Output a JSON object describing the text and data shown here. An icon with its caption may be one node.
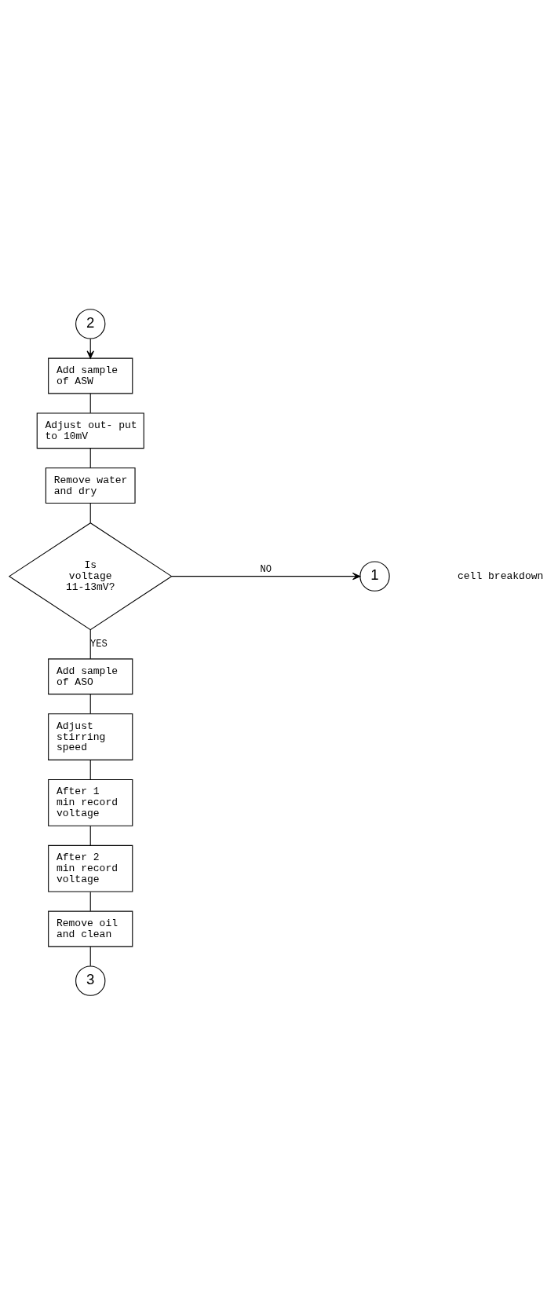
{
  "diagram": {
    "nodes": [
      {
        "text": [
          "2"
        ]
      },
      {
        "text": [
          "Add sample of ASW"
        ]
      },
      {
        "text": [
          "Adjust out- put to 10mV"
        ]
      },
      {
        "text": [
          "Remove water and dry"
        ]
      },
      {
        "text": [
          "Is voltage 11-13mV?"
        ]
      },
      {
        "text": [
          "1"
        ]
      },
      {
        "text": [
          "Add sample of ASO"
        ]
      },
      {
        "text": [
          "Adjust stirring speed"
        ]
      },
      {
        "text": [
          "After 1 min record voltage"
        ]
      },
      {
        "text": [
          "After 2 min record voltage"
        ]
      },
      {
        "text": [
          "Remove oil and clean"
        ]
      },
      {
        "text": [
          "3"
        ]
      }
    ],
    "edges": [
      {
        "from": 0,
        "to": 1,
        "arrow": "to"
      },
      {
        "from": 1,
        "to": 2,
        "arrow": "none"
      },
      {
        "from": 2,
        "to": 3,
        "arrow": "none"
      },
      {
        "from": 3,
        "to": 4,
        "arrow": "none"
      },
      {
        "from": 4,
        "to": 5,
        "arrow": "to",
        "label": "NO"
      },
      {
        "from": 4,
        "to": 6,
        "arrow": "none",
        "label": "YES"
      },
      {
        "from": 6,
        "to": 7,
        "arrow": "none"
      },
      {
        "from": 7,
        "to": 8,
        "arrow": "none"
      },
      {
        "from": 8,
        "to": 9,
        "arrow": "none"
      },
      {
        "from": 9,
        "to": 10,
        "arrow": "none"
      },
      {
        "from": 10,
        "to": 11,
        "arrow": "none"
      }
    ],
    "labels": [
      "cell breakdown"
    ]
  }
}
